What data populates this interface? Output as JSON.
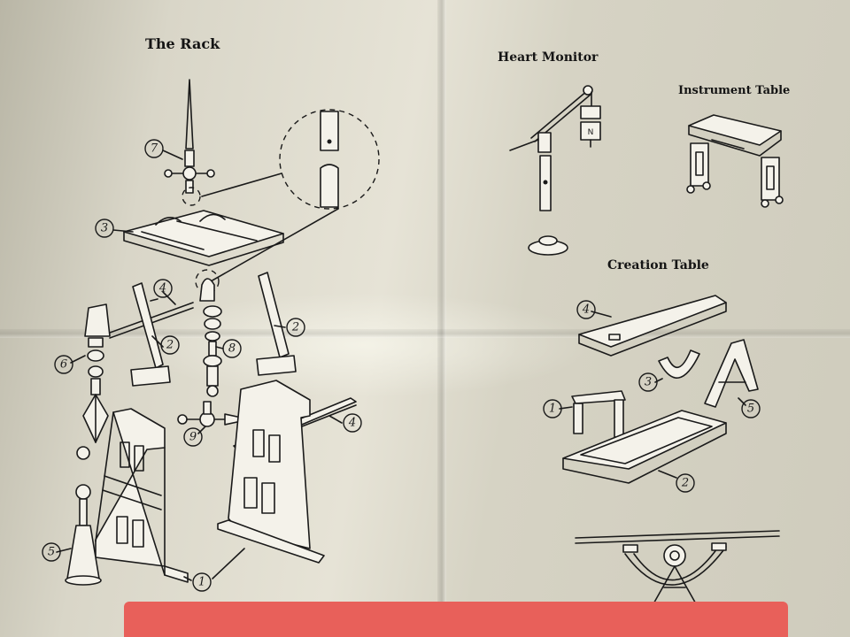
{
  "titles": {
    "rack": "The Rack",
    "heart_monitor": "Heart Monitor",
    "instrument_table": "Instrument Table",
    "creation_table": "Creation Table"
  },
  "rack_callouts": [
    "7",
    "3",
    "4",
    "2",
    "6",
    "8",
    "2",
    "9",
    "4",
    "5",
    "1"
  ],
  "heart_callouts": [
    "N"
  ],
  "creation_callouts": [
    "4",
    "3",
    "1",
    "5",
    "2"
  ],
  "colors": {
    "paper": "#e6e3d6",
    "ink": "#1a1a1a",
    "red_object": "#e8605a"
  }
}
